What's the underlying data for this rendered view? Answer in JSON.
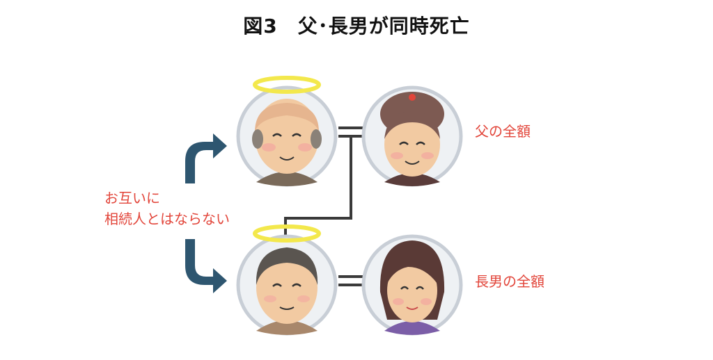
{
  "title": "図3　父･長男が同時死亡",
  "note": {
    "line1": "お互いに",
    "line2": "相続人とはならない"
  },
  "labels": {
    "father_spouse": "父の全額",
    "son_spouse": "長男の全額"
  },
  "colors": {
    "label_red": "#e2453a",
    "arrow_navy": "#2e5670",
    "circle_gray": "#c8ced6",
    "connector": "#3a3a3a",
    "halo": "#f3e84c"
  },
  "icons": {
    "father": "elderly-man-icon",
    "mother": "elderly-woman-icon",
    "son": "middle-aged-man-icon",
    "son_wife": "middle-aged-woman-icon",
    "halo": "angel-halo-icon",
    "arrow": "curved-arrow-icon"
  }
}
